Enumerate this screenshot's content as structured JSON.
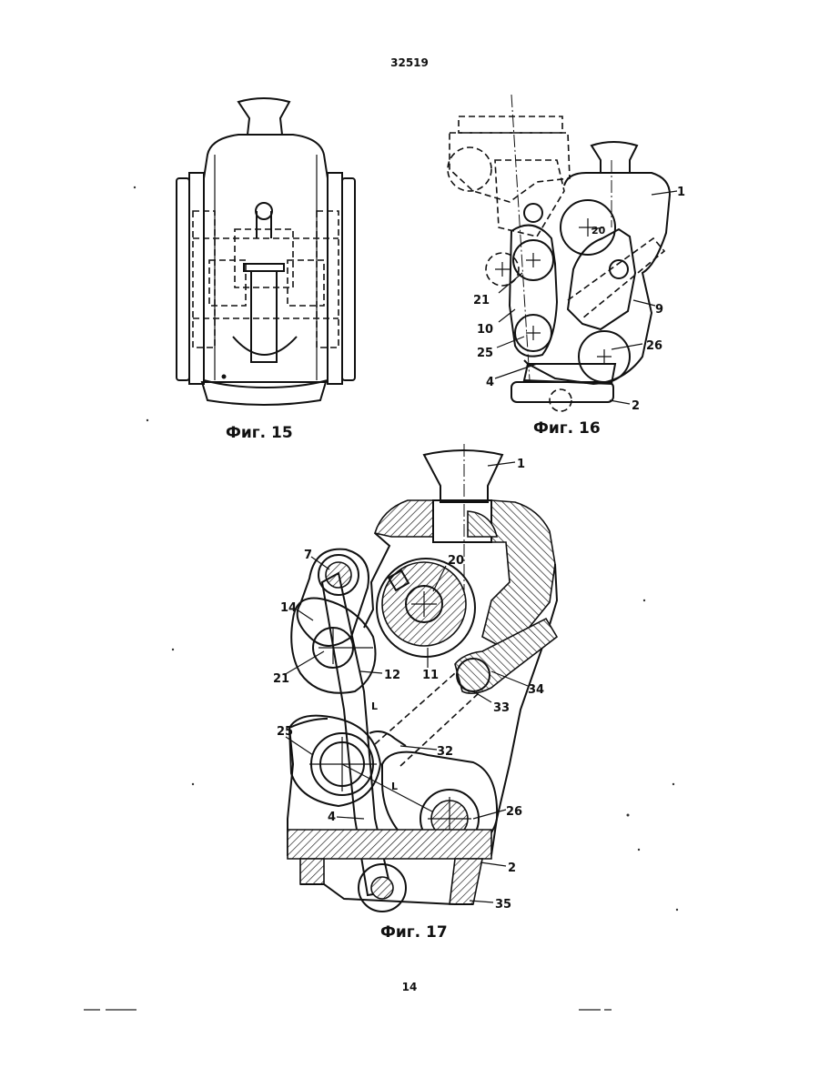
{
  "header": {
    "doc_number": "32519"
  },
  "footer": {
    "sheet_number": "14"
  },
  "figures": [
    {
      "id": "fig15",
      "caption": "Фиг. 15"
    },
    {
      "id": "fig16",
      "caption": "Фиг. 16",
      "labels": [
        "1",
        "20",
        "21",
        "10",
        "25",
        "4",
        "9",
        "26",
        "2"
      ]
    },
    {
      "id": "fig17",
      "caption": "Фиг. 17",
      "labels": [
        "1",
        "7",
        "20",
        "14",
        "21",
        "12",
        "11",
        "L",
        "34",
        "33",
        "25",
        "32",
        "L",
        "26",
        "4",
        "2",
        "35"
      ]
    }
  ]
}
